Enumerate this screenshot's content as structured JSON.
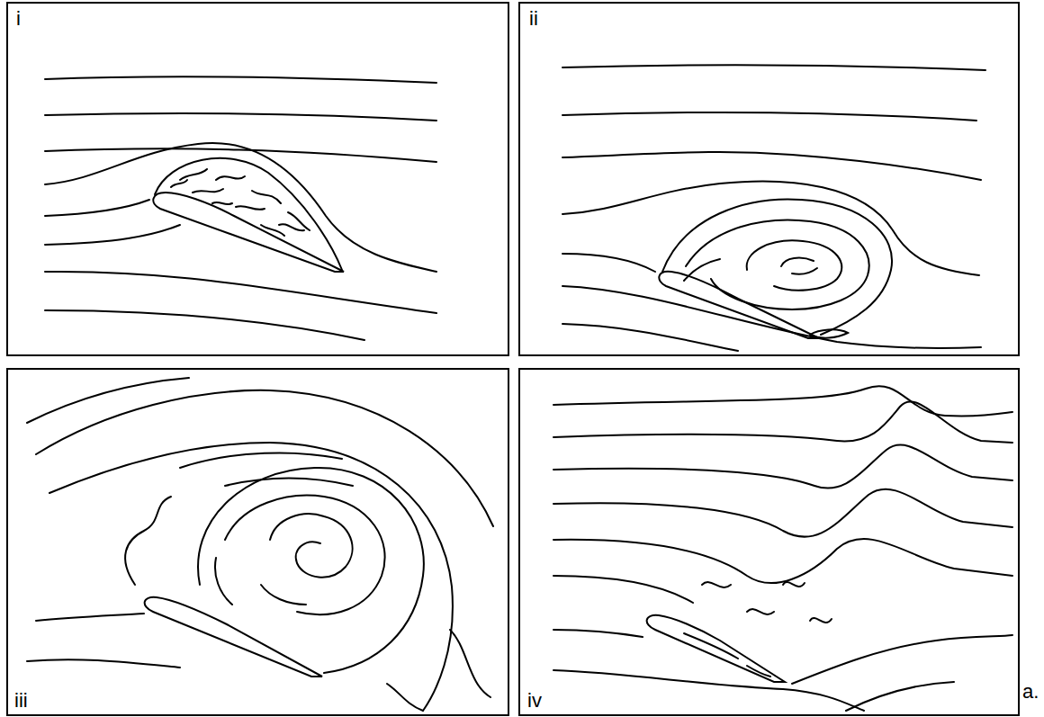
{
  "diagram": {
    "labels": [
      "i",
      "ii",
      "iii",
      "iv",
      "a."
    ]
  }
}
